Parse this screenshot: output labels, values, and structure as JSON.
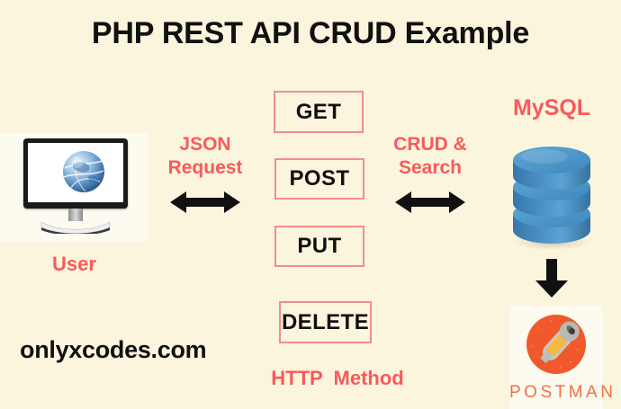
{
  "page": {
    "title": "PHP REST API CRUD Example",
    "background_color": "#fbf5de",
    "accent_red": "#f85a5c",
    "accent_orange": "#f07242",
    "db_blue": "#3f87be",
    "watermark": "onlyxcodes.com"
  },
  "user": {
    "label": "User",
    "monitor_icon": "monitor-globe-icon"
  },
  "json_flow": {
    "line1": "JSON",
    "line2": "Request",
    "arrow_icon": "double-headed-arrow-icon"
  },
  "http": {
    "section_label": "HTTP  Method",
    "methods": [
      {
        "label": "GET"
      },
      {
        "label": "POST"
      },
      {
        "label": "PUT"
      },
      {
        "label": "DELETE"
      }
    ]
  },
  "crud_flow": {
    "line1": "CRUD &",
    "line2": "Search",
    "arrow_icon": "double-headed-arrow-icon"
  },
  "database": {
    "label": "MySQL",
    "icon": "database-cylinder-icon"
  },
  "down_flow": {
    "arrow_icon": "arrow-down-icon"
  },
  "postman": {
    "wordmark": "POSTMAN",
    "icon": "postman-astronaut-icon"
  }
}
